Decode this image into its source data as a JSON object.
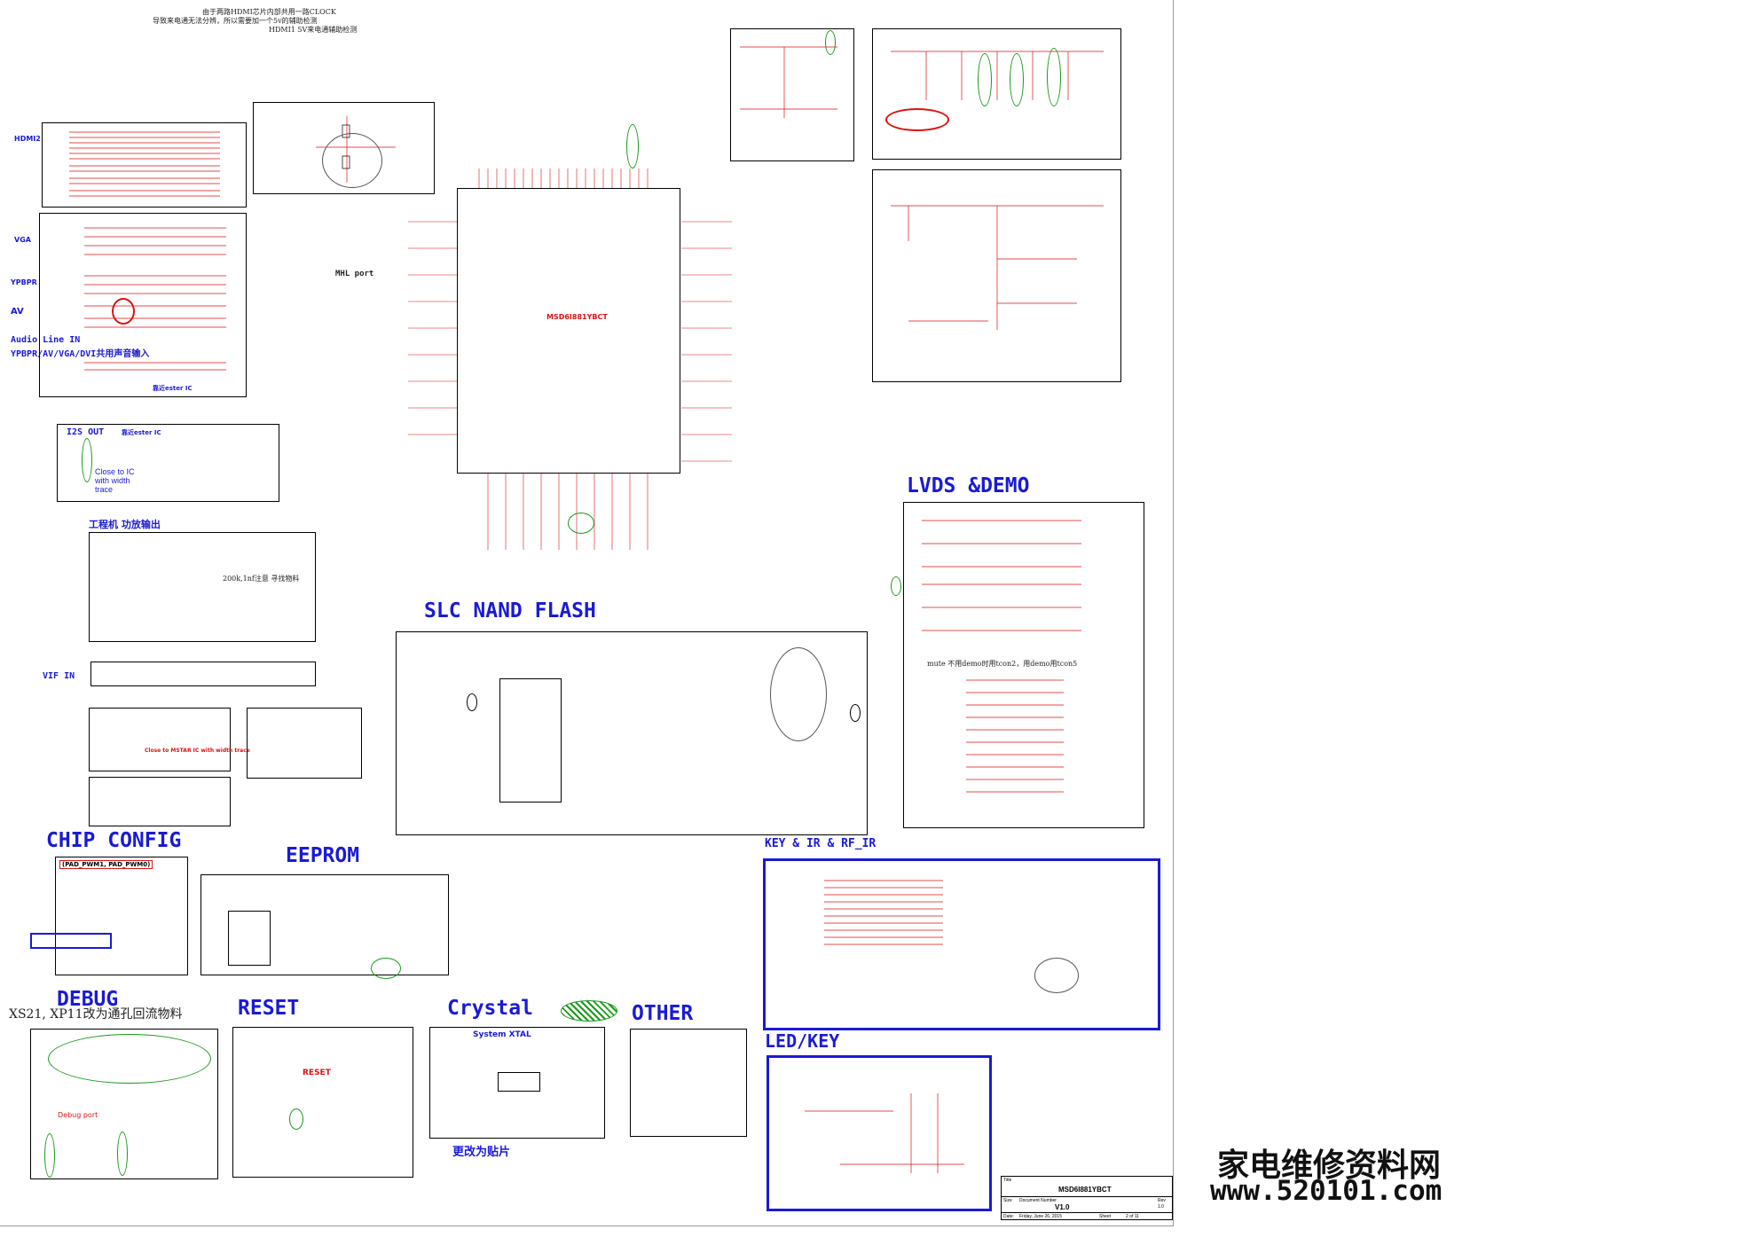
{
  "notes": {
    "top_line1": "由于两路HDMI芯片内部共用一路CLOCK",
    "top_line2": "导致来电通无法分辨，所以需要加一个5v的辅助检测",
    "top_line3": "HDMI1 5V来电通辅助检测",
    "mhl_port": "MHL port",
    "audio_line_in": "Audio Line IN",
    "audio_shared": "YPBPR/AV/VGA/DVI共用声音输入",
    "near_ic": "靠近ester IC",
    "near_ic2": "靠近ester IC",
    "close_ic": "Close to IC with width trace",
    "amp_note": "200k,1nf注意 寻找物料",
    "close_mstar": "Close to MSTAR IC with width trace",
    "mute_note": "mute 不用demo时用tcon2，用demo用tcon5",
    "xs21_note": "XS21, XP11改为通孔回流物料",
    "smd_note": "更改为贴片",
    "debug_port": "Debug port",
    "system_xtal": "System XTAL"
  },
  "labels": {
    "hdmi2": "HDMI2",
    "vga": "VGA",
    "ypbpr": "YPBPR",
    "av": "AV",
    "i2s_out": "I2S OUT",
    "engineer_amp": "工程机 功放输出",
    "vif_in": "VIF IN",
    "chip_name": "MSD6I881YBCT",
    "pad_pwm": "(PAD_PWM1, PAD_PWM0)",
    "reset_sub": "RESET"
  },
  "sections": {
    "lvds": "LVDS &DEMO",
    "nand": "SLC NAND FLASH",
    "chip_config": "CHIP CONFIG",
    "eeprom": "EEPROM",
    "debug": "DEBUG",
    "reset": "RESET",
    "crystal": "Crystal",
    "other": "OTHER",
    "key_ir": "KEY & IR & RF_IR",
    "led_key": "LED/KEY"
  },
  "title_block": {
    "title_label": "Title",
    "doc_title": "MSD6I881YBCT",
    "size_label": "Size",
    "doc_number_label": "Document Number",
    "rev_label": "Rev",
    "version": "V1.0",
    "rev_value": "1.0",
    "date_label": "Date:",
    "date_value": "Friday, June 26, 2015",
    "sheet_label": "Sheet",
    "sheet_value": "2 of 11"
  },
  "watermark": {
    "cn": "家电维修资料网",
    "url": "www.520101.com"
  },
  "colors": {
    "section_blue": "#1a1ad6",
    "net_red": "#d11",
    "mark_green": "#1a9a1a"
  }
}
